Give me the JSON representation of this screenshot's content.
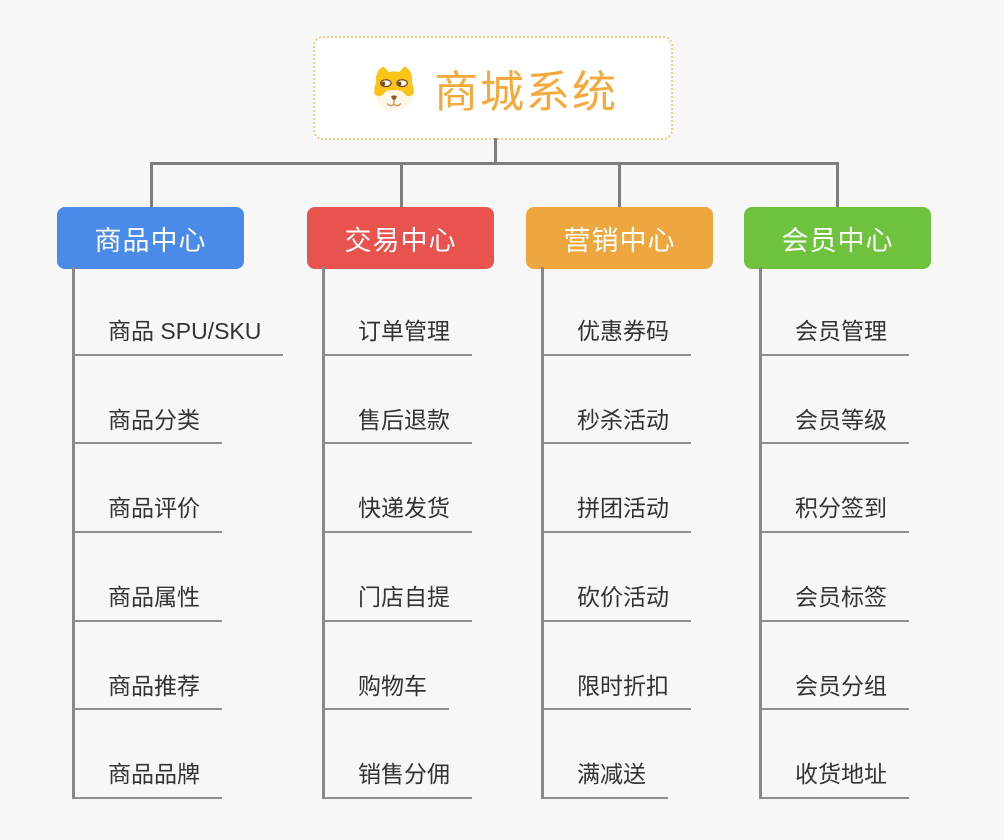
{
  "app": {
    "background_color": "#f7f7f7",
    "connector_color": "#7d7d7d"
  },
  "root": {
    "label": "商城系统",
    "icon": "dog-face-icon",
    "text_color": "#f6a93b",
    "border_color": "#f8c87e"
  },
  "branches": [
    {
      "label": "商品中心",
      "color": "#4a8bea",
      "children": [
        "商品 SPU/SKU",
        "商品分类",
        "商品评价",
        "商品属性",
        "商品推荐",
        "商品品牌"
      ]
    },
    {
      "label": "交易中心",
      "color": "#e8534e",
      "children": [
        "订单管理",
        "售后退款",
        "快递发货",
        "门店自提",
        "购物车",
        "销售分佣"
      ]
    },
    {
      "label": "营销中心",
      "color": "#eea73e",
      "children": [
        "优惠券码",
        "秒杀活动",
        "拼团活动",
        "砍价活动",
        "限时折扣",
        "满减送"
      ]
    },
    {
      "label": "会员中心",
      "color": "#6ec23e",
      "children": [
        "会员管理",
        "会员等级",
        "积分签到",
        "会员标签",
        "会员分组",
        "收货地址"
      ]
    }
  ]
}
